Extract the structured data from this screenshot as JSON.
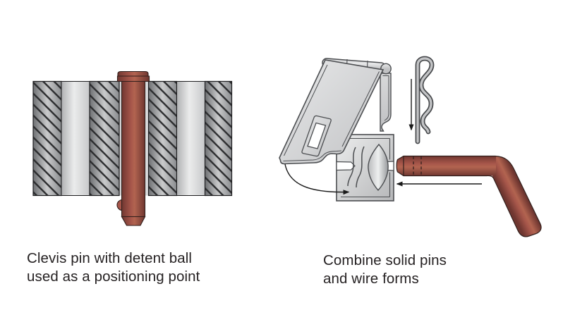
{
  "figures": {
    "clevis": {
      "caption": [
        "Clevis pin with detent ball",
        "used as a positioning point"
      ],
      "parts": [
        "stacked-plates-hatched",
        "clevis-pin",
        "detent-ball",
        "chamfered-tip"
      ]
    },
    "combine": {
      "caption": [
        "Combine solid pins",
        "and wire forms"
      ],
      "parts": [
        "latch-plate",
        "keeper-strip",
        "catch-block",
        "hairpin-cotter-clip",
        "bent-wire-pin",
        "insert-down-arrow",
        "insert-left-arrow",
        "rotate-curved-arrow"
      ]
    }
  },
  "colors": {
    "background": "#ffffff",
    "text": "#262223",
    "pin_red_dark": "#6f3630",
    "pin_red_mid": "#a6564a",
    "pin_red_light": "#b26450",
    "pin_outline": "#311f1c",
    "steel_light": "#e9eaeb",
    "steel_mid": "#c6c7c9",
    "steel_dark": "#77797c",
    "outline_gray": "#4c4e51",
    "outline_dark": "#1d1d1f",
    "hatch_line": "#2a2b2d",
    "arrow_color": "#1a1a1a"
  }
}
